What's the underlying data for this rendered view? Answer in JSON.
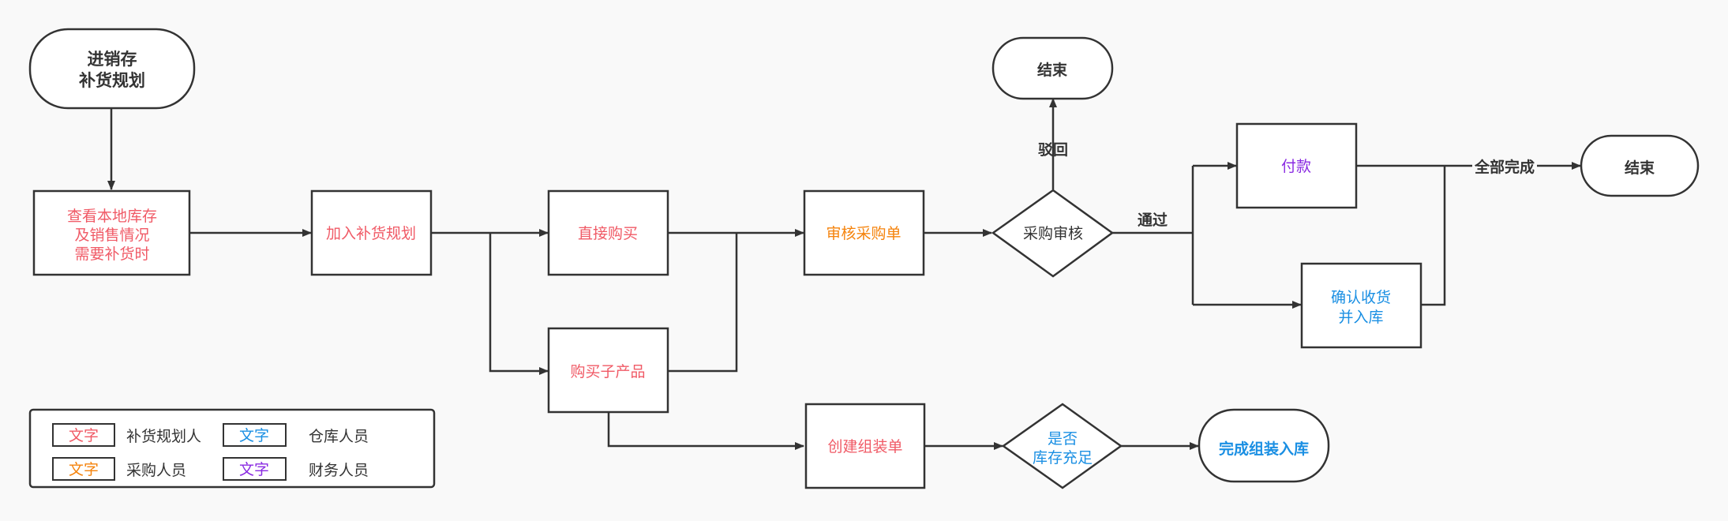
{
  "colors": {
    "planner": "#f05a66",
    "purchaser": "#f5830c",
    "warehouse": "#1a8fe3",
    "finance": "#8a2be2",
    "neutral": "#333333"
  },
  "nodes": {
    "start": [
      "进销存",
      "补货规划"
    ],
    "check_stock": [
      "查看本地库存",
      "及销售情况",
      "需要补货时"
    ],
    "add_plan": "加入补货规划",
    "direct_buy": "直接购买",
    "buy_sub": "购买子产品",
    "review_po": "审核采购单",
    "po_approval": "采购审核",
    "end_rejected": "结束",
    "payment": "付款",
    "confirm_receipt": [
      "确认收货",
      "并入库"
    ],
    "end_complete": "结束",
    "create_assembly": "创建组装单",
    "stock_enough": [
      "是否",
      "库存充足"
    ],
    "assembly_done": "完成组装入库"
  },
  "edge_labels": {
    "rejected": "驳回",
    "passed": "通过",
    "all_done": "全部完成"
  },
  "legend": {
    "swatch_text": "文字",
    "items": [
      {
        "role": "补货规划人",
        "color": "#f05a66"
      },
      {
        "role": "仓库人员",
        "color": "#1a8fe3"
      },
      {
        "role": "采购人员",
        "color": "#f5830c"
      },
      {
        "role": "财务人员",
        "color": "#8a2be2"
      }
    ]
  }
}
